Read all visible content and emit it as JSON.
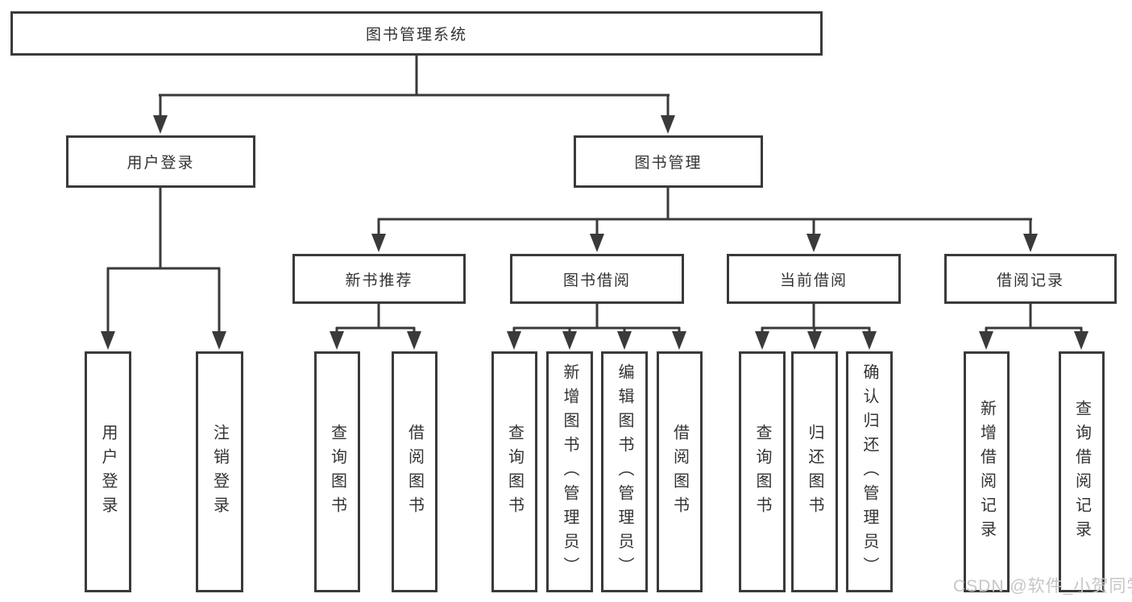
{
  "diagram_title": "图书管理系统",
  "tree": {
    "root": {
      "label": "图书管理系统",
      "children": [
        {
          "label": "用户登录",
          "children": [
            {
              "label": "用户登录"
            },
            {
              "label": "注销登录"
            }
          ]
        },
        {
          "label": "图书管理",
          "children": [
            {
              "label": "新书推荐",
              "children": [
                {
                  "label": "查询图书"
                },
                {
                  "label": "借阅图书"
                }
              ]
            },
            {
              "label": "图书借阅",
              "children": [
                {
                  "label": "查询图书"
                },
                {
                  "label": "新增图书（管理员）"
                },
                {
                  "label": "编辑图书（管理员）"
                },
                {
                  "label": "借阅图书"
                }
              ]
            },
            {
              "label": "当前借阅",
              "children": [
                {
                  "label": "查询图书"
                },
                {
                  "label": "归还图书"
                },
                {
                  "label": "确认归还（管理员）"
                }
              ]
            },
            {
              "label": "借阅记录",
              "children": [
                {
                  "label": "新增借阅记录"
                },
                {
                  "label": "查询借阅记录"
                }
              ]
            }
          ]
        }
      ]
    }
  },
  "watermark": {
    "text": "CSDN @软件_小贺同学"
  },
  "colors": {
    "line": "#3a3a3a",
    "box_border": "#3a3a3a",
    "box_fill": "#ffffff",
    "text": "#333333",
    "watermark": "#c6c6c6",
    "background": "#ffffff"
  }
}
